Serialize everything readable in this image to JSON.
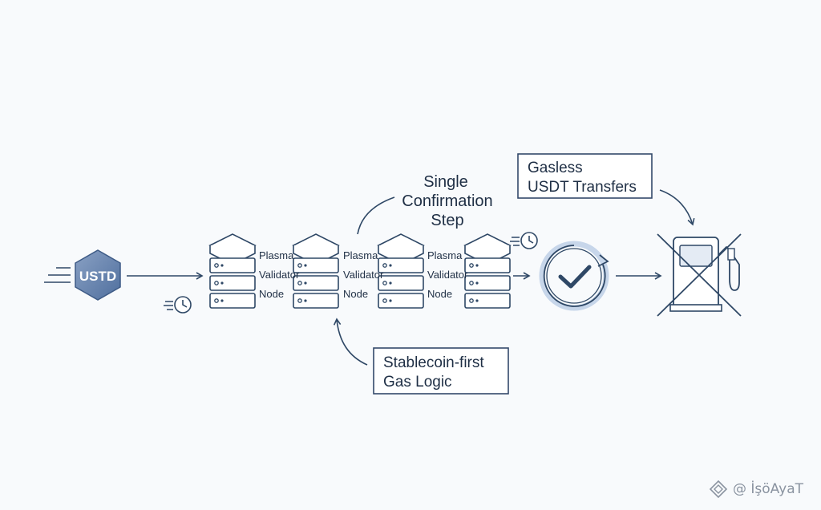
{
  "colors": {
    "background": "#f8fafc",
    "stroke": "#2f4866",
    "box_border": "#33496a",
    "hex_fill": "#4f6f9e",
    "hex_fill_light": "#8aa1c4",
    "check_ring": "#c7d6ea",
    "node_fill": "#ffffff"
  },
  "token": {
    "label": "USTD"
  },
  "nodes": [
    {
      "line1": "Plasma",
      "line2": "Validator",
      "line3": "Node"
    },
    {
      "line1": "Plasma",
      "line2": "Validator",
      "line3": "Node"
    },
    {
      "line1": "Plasma",
      "line2": "Validator",
      "line3": "Node"
    }
  ],
  "callouts": {
    "single_confirmation": [
      "Single",
      "Confirmation",
      "Step"
    ],
    "gasless": [
      "Gasless",
      "USDT Transfers"
    ],
    "stablecoin_gas": [
      "Stablecoin-first",
      "Gas Logic"
    ]
  },
  "icons": {
    "token": "usdt-hexagon-icon",
    "server": "server-stack-icon",
    "clock": "fast-clock-icon",
    "confirm": "check-circle-icon",
    "gas": "crossed-gas-pump-icon"
  },
  "watermark": {
    "text": "@ İşöAyaT"
  }
}
